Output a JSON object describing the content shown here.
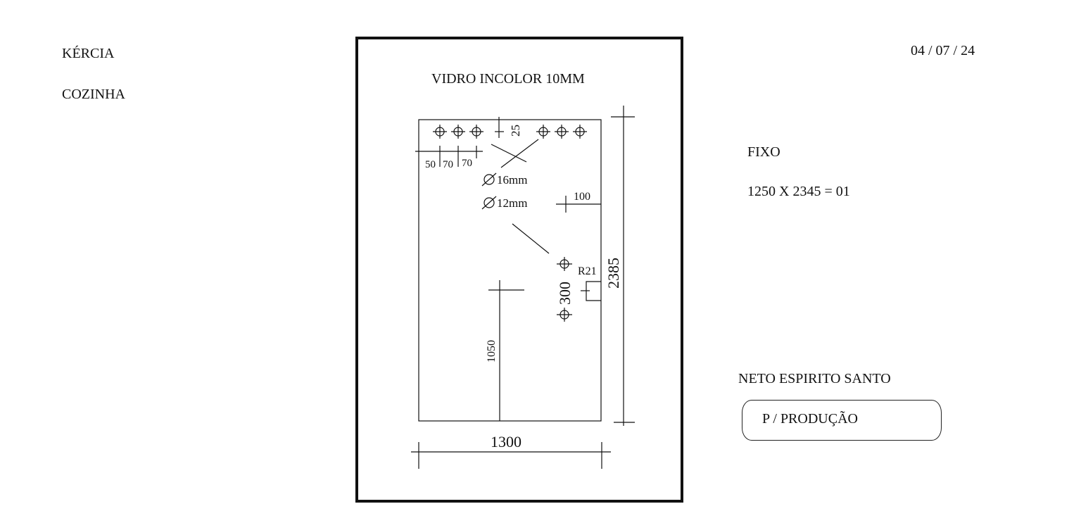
{
  "header": {
    "client": "KÉRCIA",
    "room": "COZINHA",
    "date": "04 / 07 / 24"
  },
  "drawing": {
    "title": "VIDRO INCOLOR 10MM",
    "dimensions": {
      "width": "1300",
      "height": "2385",
      "hole_offset_top": "25",
      "hole_spacing_1": "50",
      "hole_spacing_2": "70",
      "hole_spacing_3": "70",
      "edge_offset": "100",
      "hole_pair_spacing": "300",
      "notch_radius": "R21",
      "height_mark": "1050"
    },
    "hole_diameters": {
      "large": "16mm",
      "small": "12mm"
    }
  },
  "spec": {
    "type": "FIXO",
    "measurement": "1250 X 2345 = 01"
  },
  "company": "NETO ESPIRITO SANTO",
  "stamp": {
    "label": "P / PRODUÇÃO"
  }
}
